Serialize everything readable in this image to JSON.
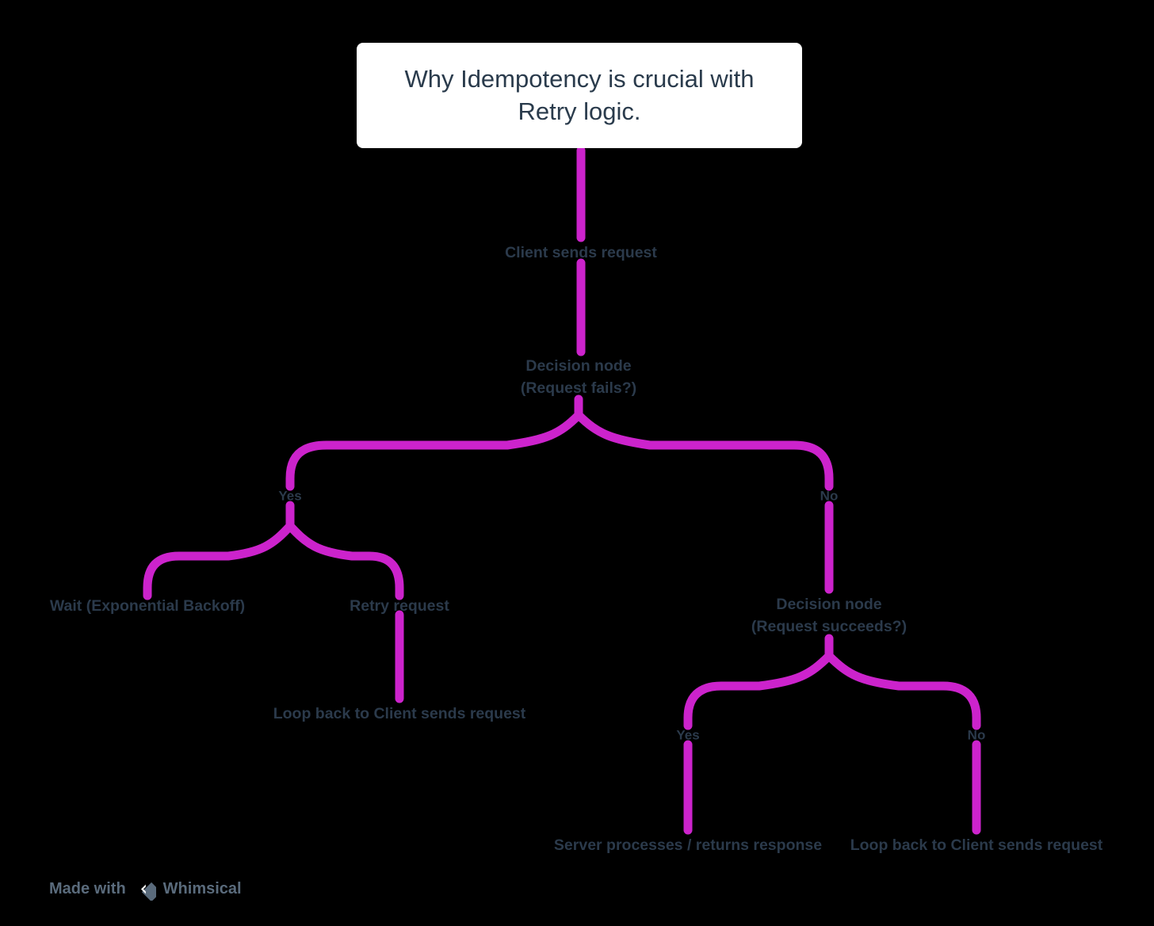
{
  "diagram": {
    "title_card": {
      "text": "Why Idempotency is crucial with Retry logic."
    },
    "nodes": {
      "client_sends_request": "Client sends request",
      "decision_fails_line1": "Decision node",
      "decision_fails_line2": "(Request fails?)",
      "wait_backoff": "Wait (Exponential Backoff)",
      "retry_request": "Retry request",
      "loop_back_left": "Loop back to Client sends request",
      "decision_succeeds_line1": "Decision node",
      "decision_succeeds_line2": "(Request succeeds?)",
      "server_processes": "Server processes / returns response",
      "loop_back_right": "Loop back to Client sends request"
    },
    "edge_labels": {
      "fails_yes": "Yes",
      "fails_no": "No",
      "succeeds_yes": "Yes",
      "succeeds_no": "No"
    },
    "watermark": {
      "prefix": "Made with",
      "brand": "Whimsical",
      "logo_icon": "whimsical-diamond-icon"
    },
    "colors": {
      "background": "#000000",
      "card_background": "#FFFFFF",
      "text": "#2B3A4B",
      "connector": "#CC23CC",
      "watermark_text": "#5A6B7C"
    }
  }
}
